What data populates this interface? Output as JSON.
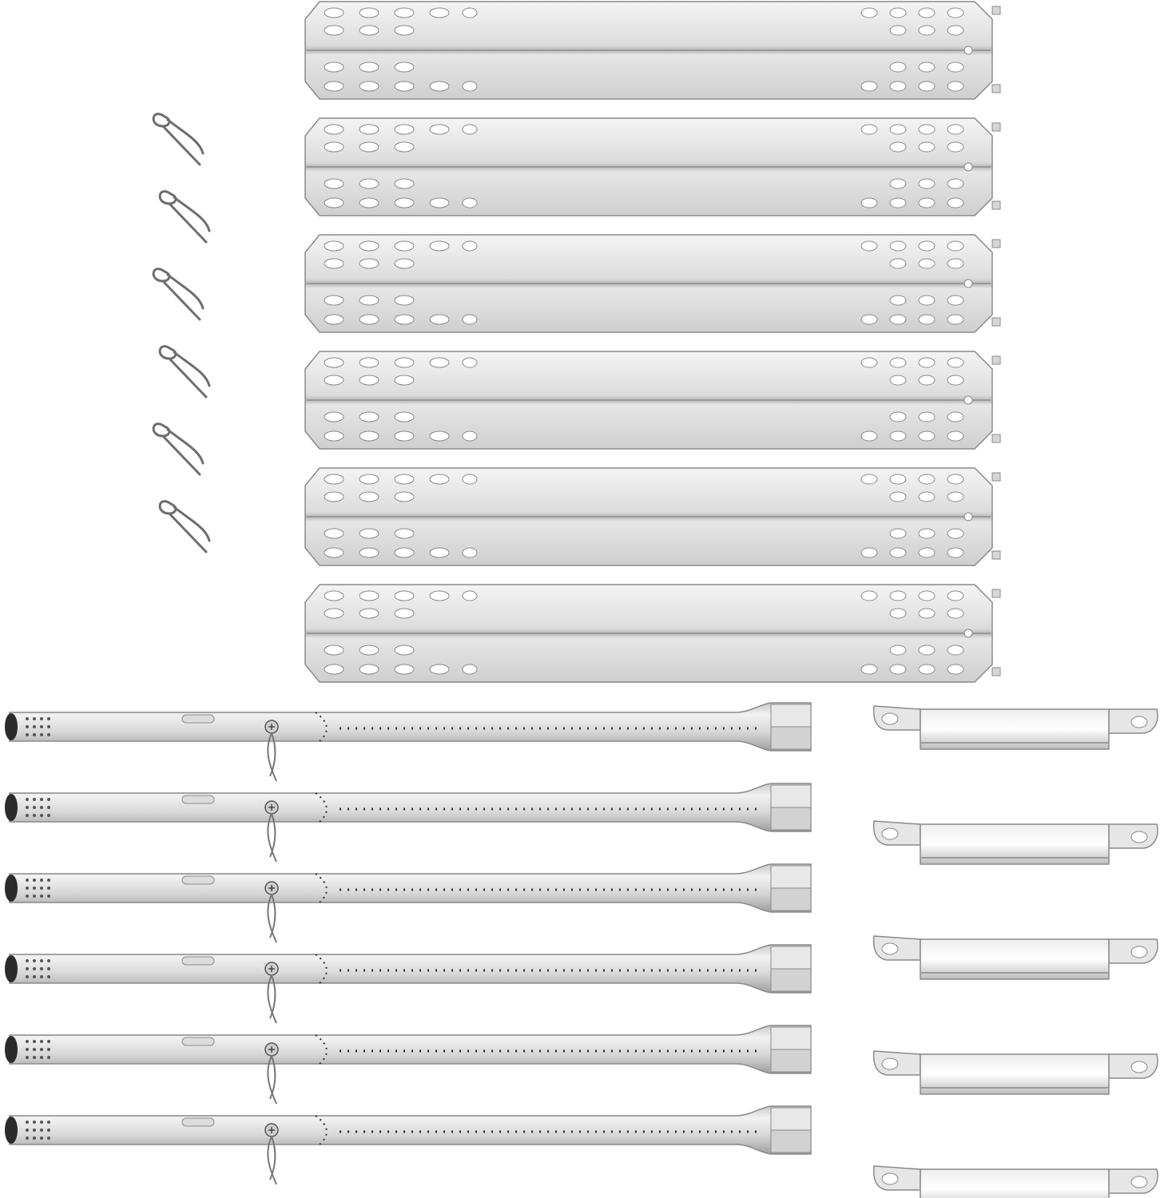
{
  "scene": {
    "background": "#ffffff",
    "colors": {
      "steel_light": "#eeeeee",
      "steel_mid": "#d6d6d6",
      "steel_dark": "#9a9a9a",
      "steel_edge": "#8a8a8a",
      "hole": "#ffffff",
      "port": "#2b2b2b"
    },
    "counts": {
      "heat_plates": 6,
      "cotter_pins": 6,
      "burner_tubes": 6,
      "crossover_tubes": 5
    }
  }
}
